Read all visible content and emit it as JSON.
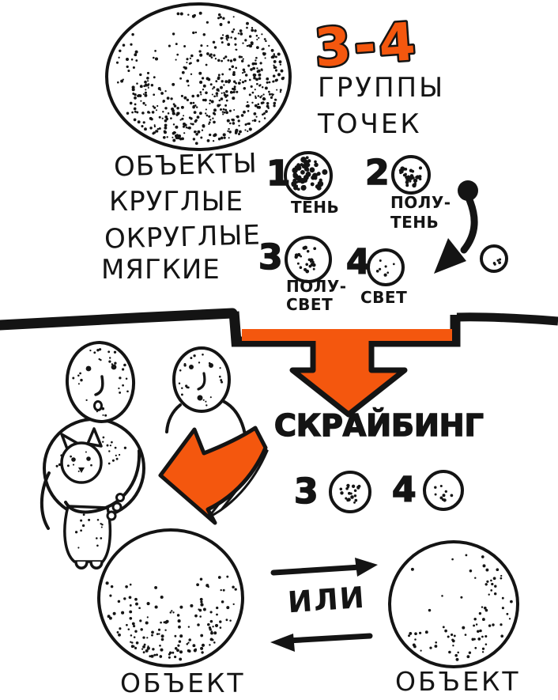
{
  "palette": {
    "ink": "#141414",
    "accent": "#F4570E",
    "paper": "#FFFFFF"
  },
  "header": {
    "count_range": "3-4",
    "title_line1": "ГРУППЫ",
    "title_line2": "ТОЧЕК"
  },
  "object_properties": {
    "lines": [
      "ОБЪЕКТЫ",
      "КРУГЛЫЕ",
      "ОКРУГЛЫЕ",
      "МЯГКИЕ"
    ]
  },
  "dot_groups": [
    {
      "num": "1",
      "label": "ТЕНЬ"
    },
    {
      "num": "2",
      "label_line1": "ПОЛУ-",
      "label_line2": "ТЕНЬ"
    },
    {
      "num": "3",
      "label_line1": "ПОЛУ-",
      "label_line2": "СВЕТ"
    },
    {
      "num": "4",
      "label": "СВЕТ"
    }
  ],
  "scribing": {
    "title": "СКРАЙБИНГ",
    "kept_group_nums": [
      "3",
      "4"
    ]
  },
  "comparison": {
    "or_label": "ИЛИ",
    "left_object_label": "ОБЪЕКТ",
    "right_object_label": "ОБЪЕКТ"
  }
}
